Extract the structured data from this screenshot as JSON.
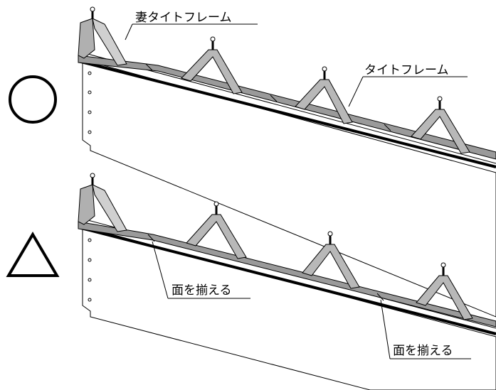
{
  "labels": {
    "end_tie_frame": "妻タイトフレーム",
    "tie_frame": "タイトフレーム",
    "align_surface_1": "面を揃える",
    "align_surface_2": "面を揃える"
  },
  "symbols": {
    "good": "circle-symbol",
    "fair": "triangle-symbol"
  },
  "colors": {
    "ink": "#000000",
    "metal": "#8e8e8e",
    "metal_light": "#c4c4c4",
    "background": "#ffffff"
  }
}
